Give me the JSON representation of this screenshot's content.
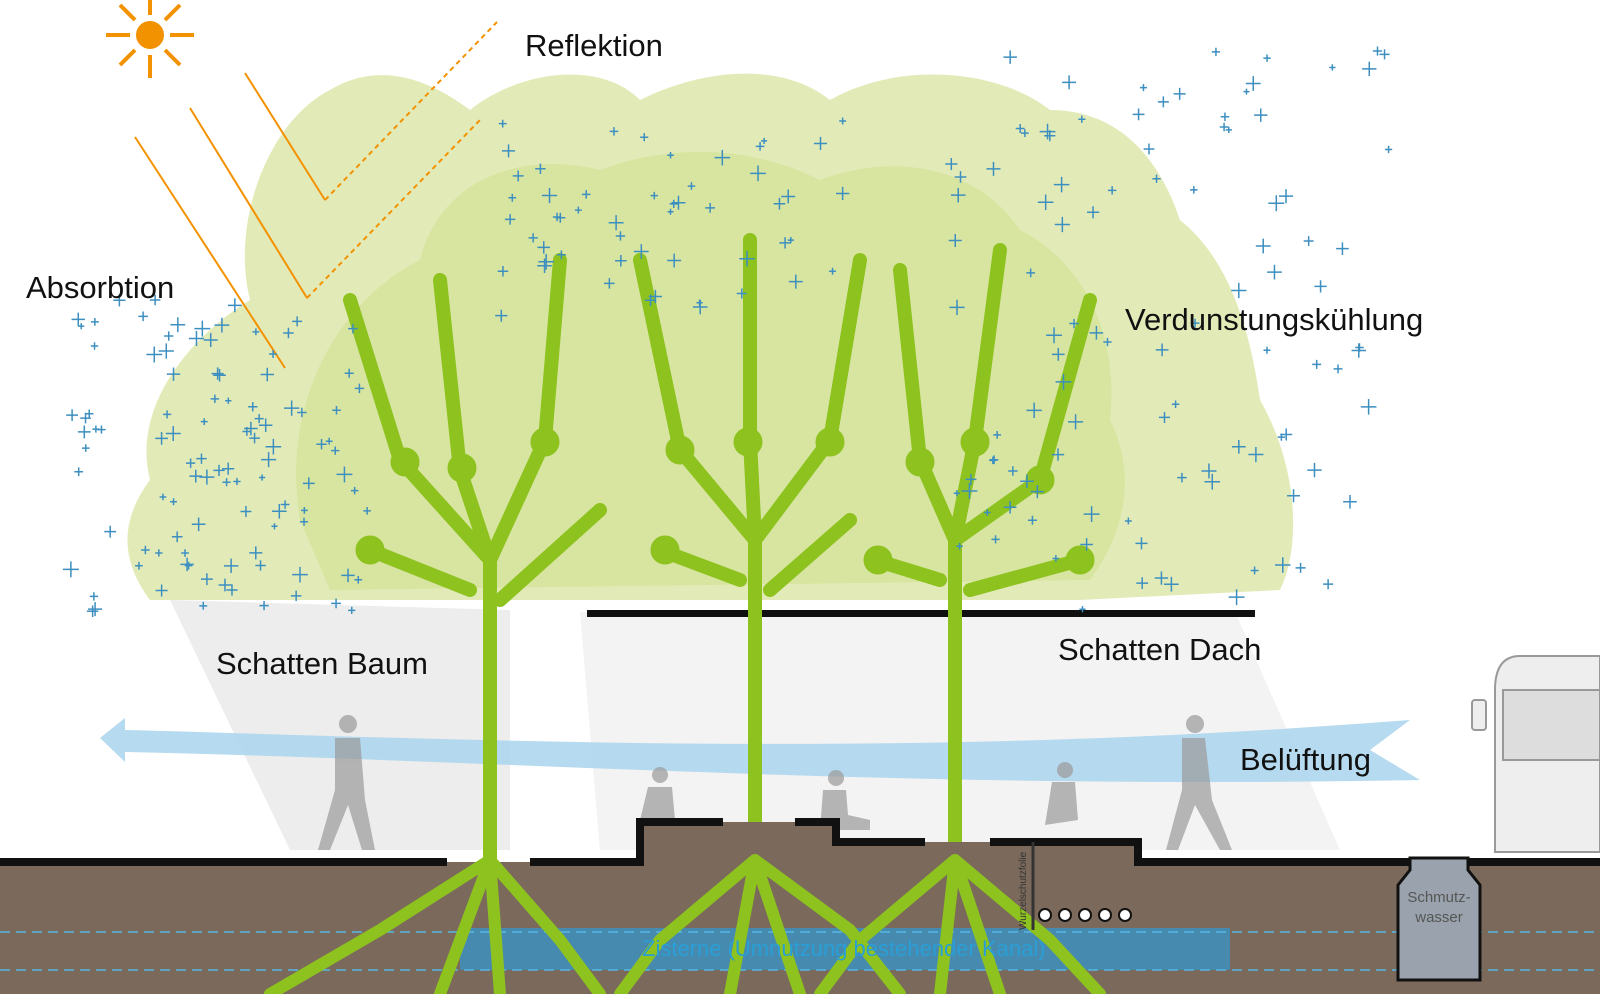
{
  "labels": {
    "reflection": "Reflektion",
    "absorption": "Absorbtion",
    "evaporative_cooling": "Verdunstungskühlung",
    "tree_shade": "Schatten Baum",
    "roof_shade": "Schatten Dach",
    "ventilation": "Belüftung",
    "cistern": "Zisterne (Umnutzung bestehender Kanal)",
    "root_barrier": "Wurzelschutzfolie",
    "waste_water": "Schmutz-\nwasser"
  },
  "colors": {
    "sun": "#f39200",
    "canopy": "#dfe9b0",
    "tree": "#8dc21f",
    "soil": "#7b6a5b",
    "water": "#3d8fc0",
    "air_flow": "#a9d3ec"
  }
}
